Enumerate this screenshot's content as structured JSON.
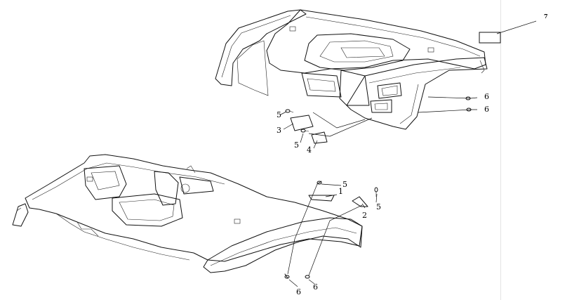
{
  "diagram": {
    "callouts": {
      "rear_1": "1",
      "rear_2": "2",
      "rear_5a": "5",
      "rear_5b": "5",
      "rear_6a": "6",
      "rear_6b": "6",
      "front_3": "3",
      "front_4": "4",
      "front_5a": "5",
      "front_5b": "5",
      "front_6a": "6",
      "front_6b": "6",
      "label_7": "7"
    }
  }
}
